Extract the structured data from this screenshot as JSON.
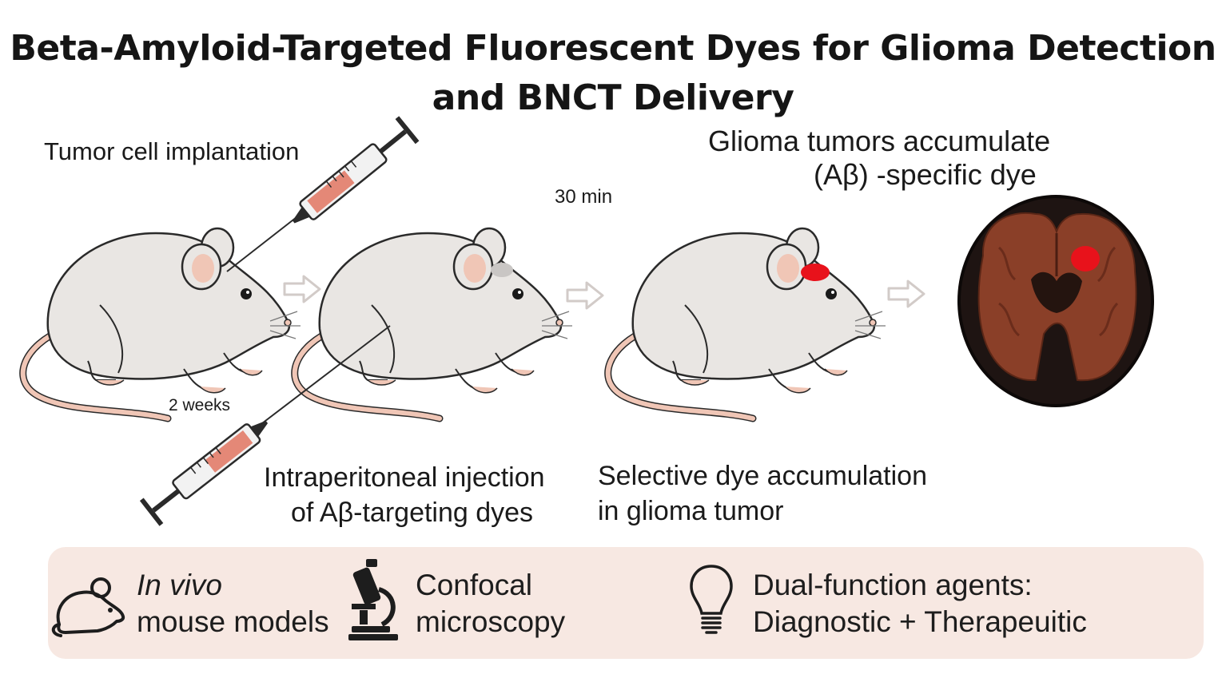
{
  "title": {
    "line1": "Beta-Amyloid-Targeted Fluorescent Dyes for Glioma Detection",
    "line2": "and BNCT Delivery"
  },
  "labels": {
    "implantation": "Tumor cell implantation",
    "two_weeks": "2 weeks",
    "thirty_min": "30 min",
    "accumulate_line1": "Glioma tumors accumulate",
    "accumulate_line2": "(Aβ)  -specific dye",
    "ip_line1": "Intraperitoneal injection",
    "ip_line2": "of Aβ-targeting dyes",
    "selective_line1": "Selective dye accumulation",
    "selective_line2": "in glioma tumor"
  },
  "features": [
    {
      "icon": "mouse-icon",
      "line1": "In vivo",
      "line2": "mouse models"
    },
    {
      "icon": "microscope-icon",
      "line1": "Confocal",
      "line2": "microscopy"
    },
    {
      "icon": "lightbulb-icon",
      "line1": "Dual-function agents:",
      "line2": "Diagnostic + Therapeuitic"
    }
  ],
  "colors": {
    "mouse_body": "#e9e6e3",
    "mouse_outline": "#2a2a2a",
    "ear_tail": "#f0c6b6",
    "tumor_signal": "#e8121b",
    "brain_tissue": "#8a3f28",
    "banner": "#f7e8e2"
  }
}
